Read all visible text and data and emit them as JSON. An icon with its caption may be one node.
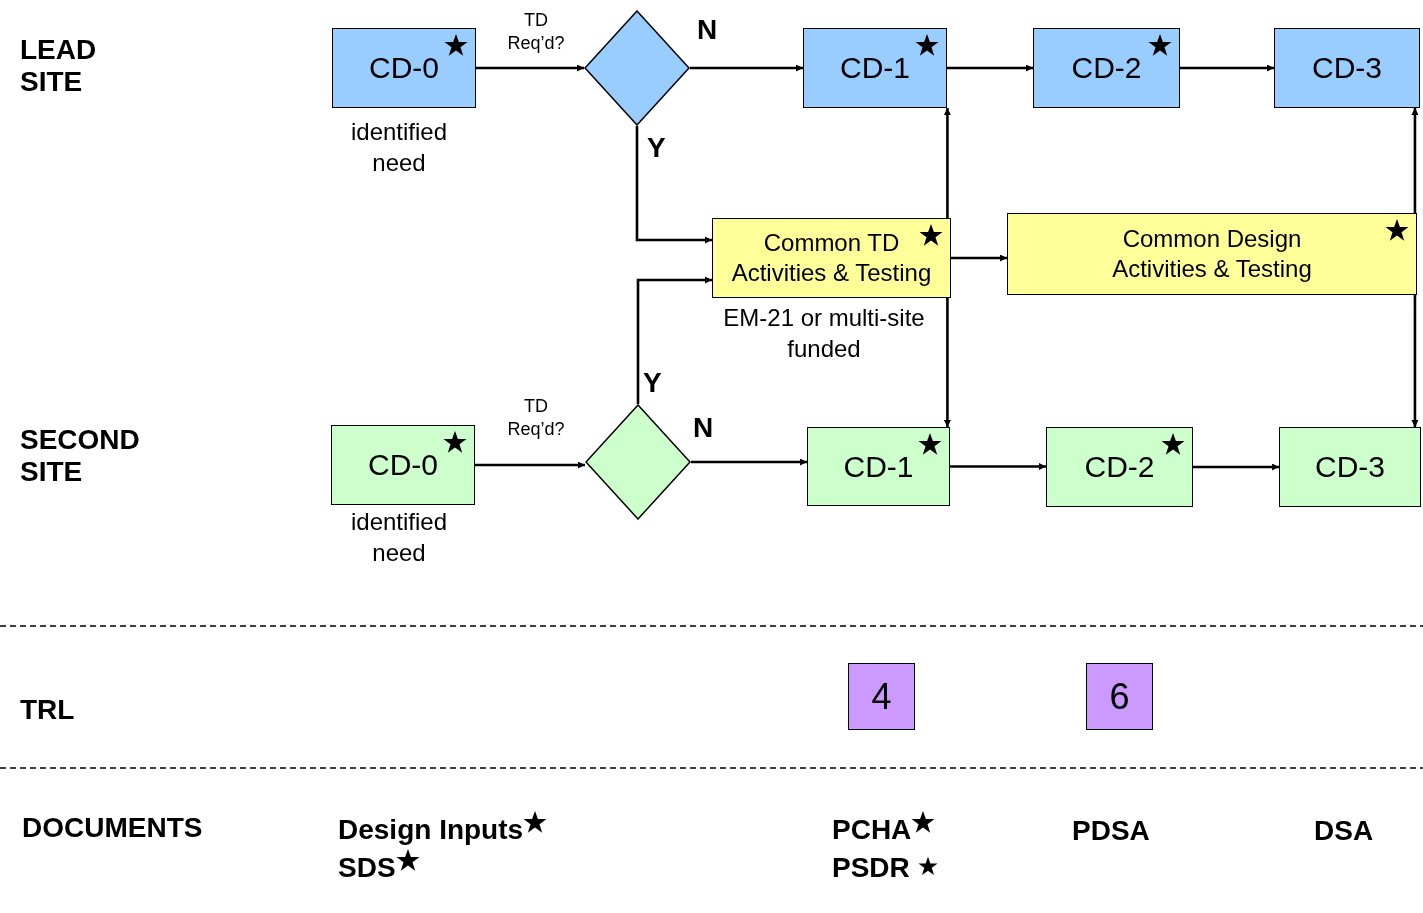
{
  "diagram": {
    "nodes": [
      {
        "text": [
          "CD-0"
        ],
        "beside": [
          "identified need"
        ]
      },
      {
        "text": [],
        "shape": "diamond"
      },
      {
        "text": [
          "CD-1"
        ]
      },
      {
        "text": [
          "CD-2"
        ]
      },
      {
        "text": [
          "CD-3"
        ]
      },
      {
        "text": [
          "Common TD Activities & Testing"
        ],
        "beside": [
          "EM-21 or multi-site funded"
        ]
      },
      {
        "text": [
          "Common Design Activities & Testing"
        ]
      },
      {
        "text": [
          "CD-0"
        ],
        "beside": [
          "identified need"
        ]
      },
      {
        "text": [],
        "shape": "diamond"
      },
      {
        "text": [
          "CD-1"
        ]
      },
      {
        "text": [
          "CD-2"
        ]
      },
      {
        "text": [
          "CD-3"
        ]
      },
      {
        "text": [
          "4"
        ]
      },
      {
        "text": [
          "6"
        ]
      }
    ],
    "edges": [
      {
        "from": 0,
        "to": 1,
        "arrow": "to",
        "label": "TD Req’d?"
      },
      {
        "from": 1,
        "to": 2,
        "arrow": "to",
        "label": "N"
      },
      {
        "from": 2,
        "to": 3,
        "arrow": "to"
      },
      {
        "from": 3,
        "to": 4,
        "arrow": "to"
      },
      {
        "from": 1,
        "to": 5,
        "arrow": "to",
        "label": "Y"
      },
      {
        "from": 8,
        "to": 5,
        "arrow": "to",
        "label": "Y"
      },
      {
        "from": 5,
        "to": 2,
        "arrow": "to"
      },
      {
        "from": 5,
        "to": 6,
        "arrow": "to"
      },
      {
        "from": 5,
        "to": 9,
        "arrow": "to"
      },
      {
        "from": 6,
        "to": 4,
        "arrow": "to"
      },
      {
        "from": 6,
        "to": 11,
        "arrow": "to"
      },
      {
        "from": 7,
        "to": 8,
        "arrow": "to",
        "label": "TD Req’d?"
      },
      {
        "from": 8,
        "to": 9,
        "arrow": "to",
        "label": "N"
      },
      {
        "from": 9,
        "to": 10,
        "arrow": "to"
      },
      {
        "from": 10,
        "to": 11,
        "arrow": "to"
      }
    ],
    "labels": [
      "LEAD SITE",
      "SECOND SITE",
      "TRL",
      "DOCUMENTS",
      "Design Inputs",
      "SDS",
      "PCHA",
      "PSDR",
      "PDSA",
      "DSA"
    ]
  }
}
